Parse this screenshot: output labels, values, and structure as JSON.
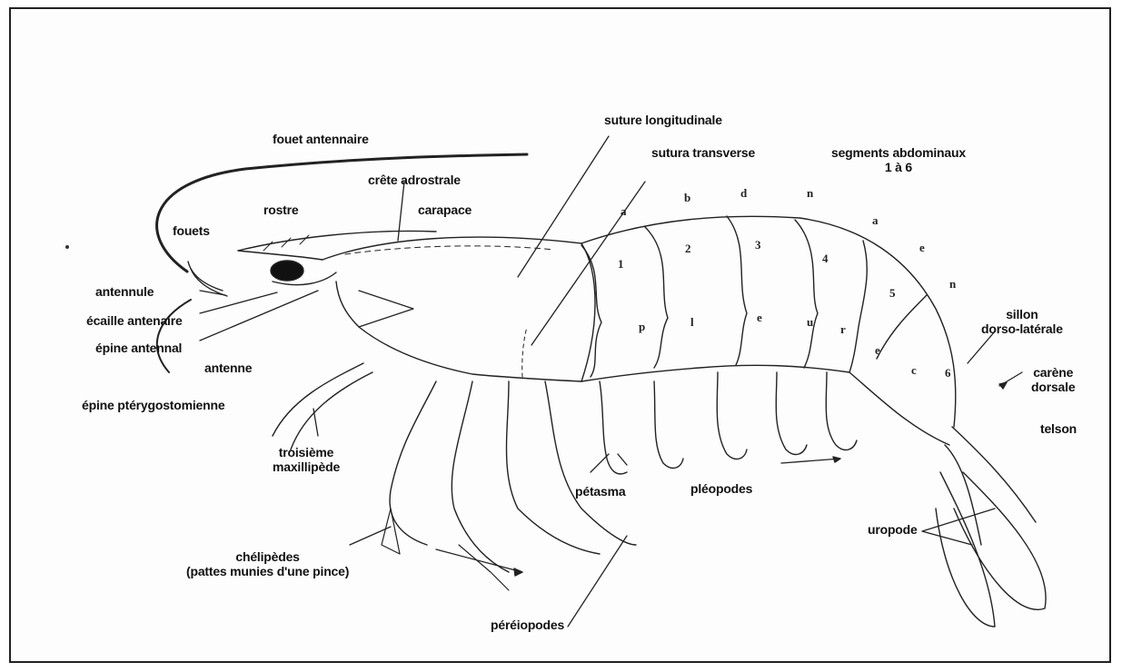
{
  "labels": {
    "fouet_antennaire": "fouet antennaire",
    "crete_adrostrale": "crête adrostrale",
    "rostre": "rostre",
    "carapace": "carapace",
    "fouets": "fouets",
    "antennule": "antennule",
    "ecaille_antenaire": "écaille antenaire",
    "epine_antennal": "épine antennal",
    "antenne": "antenne",
    "epine_pterygostomienne": "épine ptérygostomienne",
    "troisieme_maxillipede": "troisième\nmaxillipède",
    "suture_longitudinale": "suture longitudinale",
    "sutura_transverse": "sutura transverse",
    "segments_abdominaux": "segments abdominaux\n1 à 6",
    "sillon_dorso_laterale": "sillon\ndorso-latérale",
    "carene_dorsale": "carène\ndorsale",
    "telson": "telson",
    "uropode": "uropode",
    "pleopodes": "pléopodes",
    "petasma": "pétasma",
    "chelipedes": "chélipèdes\n(pattes munies d'une pince)",
    "pereiopodes": "péréiopodes"
  },
  "segment_numbers": [
    "1",
    "2",
    "3",
    "4",
    "5",
    "6"
  ],
  "faint_letters": [
    "a",
    "b",
    "d",
    "n",
    "a",
    "e",
    "n",
    "p",
    "l",
    "e",
    "u",
    "r",
    "e",
    "c"
  ]
}
